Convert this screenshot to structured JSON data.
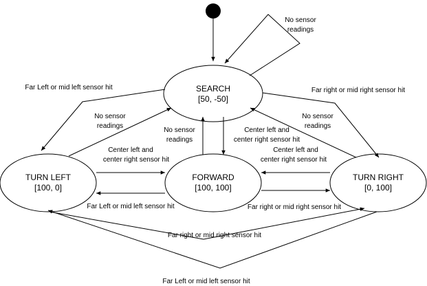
{
  "diagram": {
    "states": {
      "search": {
        "name": "SEARCH",
        "value": "[50, -50]"
      },
      "turn_left": {
        "name": "TURN LEFT",
        "value": "[100, 0]"
      },
      "forward": {
        "name": "FORWARD",
        "value": "[100, 100]"
      },
      "turn_right": {
        "name": "TURN RIGHT",
        "value": "[0, 100]"
      }
    },
    "transitions": {
      "self_no_sensor": [
        "No sensor",
        "readings"
      ],
      "search_to_left": [
        "Far Left or mid left sensor hit"
      ],
      "search_to_right": [
        "Far right or mid right sensor hit"
      ],
      "left_to_search": [
        "No sensor",
        "readings"
      ],
      "forward_to_search": [
        "No sensor",
        "readings"
      ],
      "search_to_forward": [
        "Center left and",
        "center right sensor hit"
      ],
      "right_to_search": [
        "No sensor",
        "readings"
      ],
      "left_to_forward": [
        "Center left and",
        "center right sensor hit"
      ],
      "right_to_forward": [
        "Center left and",
        "center right sensor hit"
      ],
      "forward_to_left": [
        "Far Left or mid left sensor hit"
      ],
      "forward_to_right": [
        "Far right or mid right sensor hit"
      ],
      "left_to_right": [
        "Far right or mid right sensor hit"
      ],
      "right_to_left": [
        "Far Left or mid left sensor hit"
      ]
    }
  }
}
